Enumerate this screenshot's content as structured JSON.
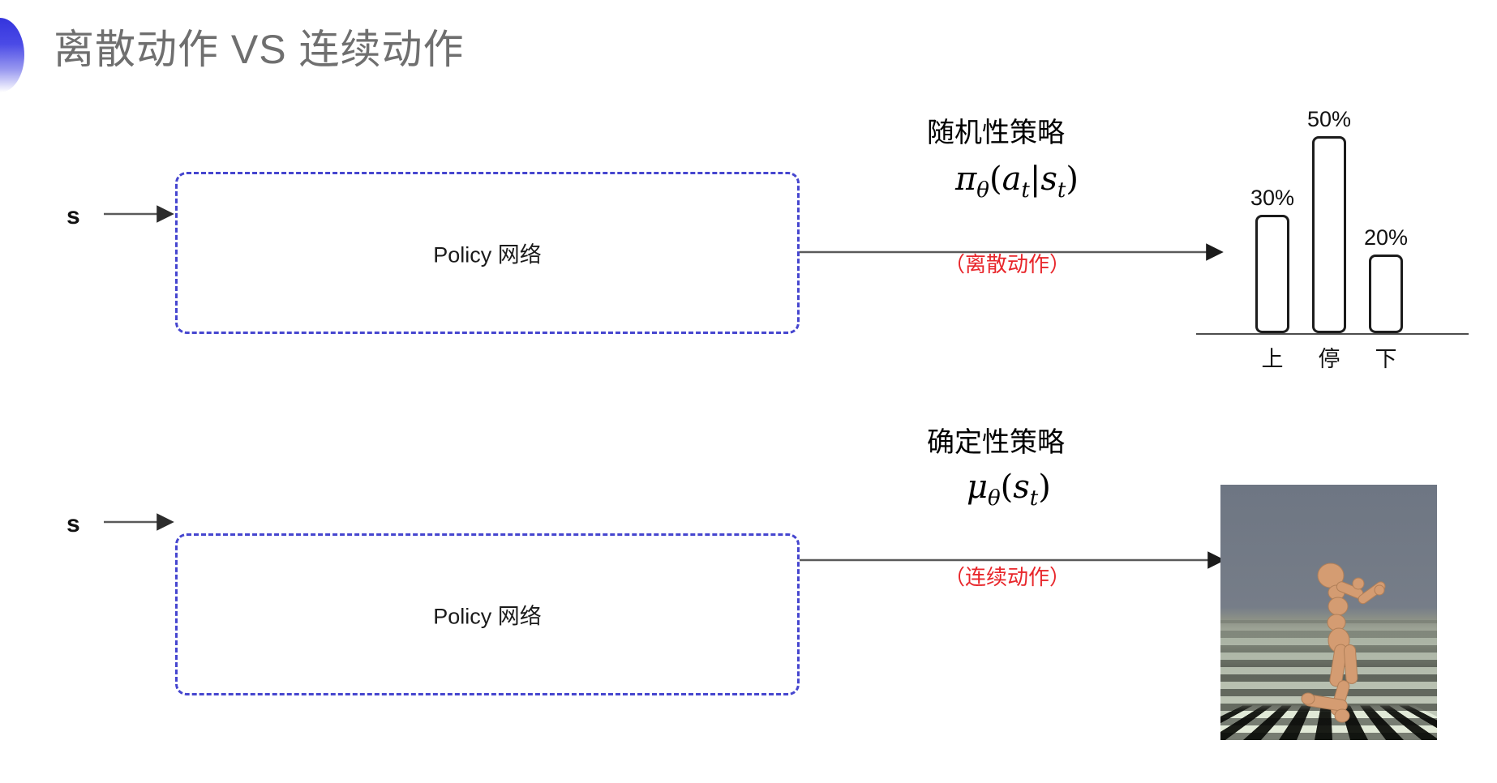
{
  "slide": {
    "title": "离散动作 VS 连续动作",
    "bullet_icon": "half-circle-gradient-icon",
    "title_color": "#6f6f6f",
    "accent_color": "#4646cf",
    "note_color": "#e8262b",
    "background": "#ffffff"
  },
  "rows": [
    {
      "id": "discrete",
      "input_label": "s",
      "box_label": "Policy 网络",
      "policy_kind": "随机性策略",
      "formula_plain": "πθ(at|st)",
      "formula_parts": {
        "head": "π",
        "head_sub": "θ",
        "open": "(",
        "a": "a",
        "a_sub": "t",
        "bar": "|",
        "s": "s",
        "s_sub": "t",
        "close": ")"
      },
      "action_note": "（离散动作）"
    },
    {
      "id": "continuous",
      "input_label": "s",
      "box_label": "Policy 网络",
      "policy_kind": "确定性策略",
      "formula_plain": "μθ(st)",
      "formula_parts": {
        "head": "μ",
        "head_sub": "θ",
        "open": "(",
        "s": "s",
        "s_sub": "t",
        "close": ")"
      },
      "action_note": "（连续动作）"
    }
  ],
  "chart_data": {
    "type": "bar",
    "categories": [
      "上",
      "停",
      "下"
    ],
    "values": [
      30,
      50,
      20
    ],
    "value_labels": [
      "30%",
      "50%",
      "20%"
    ],
    "title": "",
    "xlabel": "",
    "ylabel": "",
    "ylim": [
      0,
      60
    ],
    "grid": false,
    "legend": "none",
    "bar_fill": "#ffffff",
    "bar_stroke": "#1c1c1c"
  },
  "simulation": {
    "caption": "",
    "scene_name": "mujoco-humanoid-render",
    "sky_color": "#6e7683",
    "floor_colors": [
      "#0a0c08",
      "#e2ead8"
    ],
    "figure_color": "#d19a6e"
  }
}
